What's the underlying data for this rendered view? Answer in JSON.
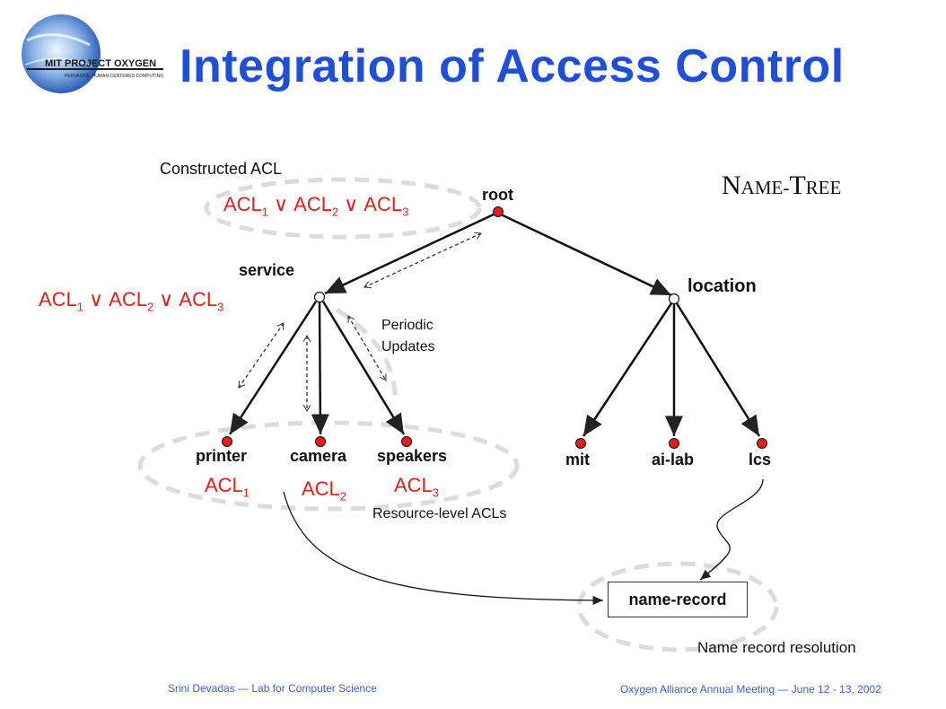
{
  "title": "Integration of Access Control",
  "logo": {
    "text": "MIT PROJECT OXYGEN",
    "subtext": "PERVASIVE, HUMAN-CENTERED COMPUTING"
  },
  "name_tree": {
    "first": "N",
    "rest1": "AME-",
    "second": "T",
    "rest2": "REE"
  },
  "labels": {
    "constructed_acl": "Constructed ACL",
    "periodic_line1": "Periodic",
    "periodic_line2": "Updates",
    "resource_level": "Resource-level ACLs",
    "name_record_resolution": "Name record resolution"
  },
  "nodes": {
    "root": "root",
    "service": "service",
    "location": "location",
    "printer": "printer",
    "camera": "camera",
    "speakers": "speakers",
    "mit": "mit",
    "ai_lab": "ai-lab",
    "lcs": "lcs",
    "name_record": "name-record"
  },
  "acl": {
    "base": "ACL",
    "s1": "1",
    "s2": "2",
    "s3": "3",
    "or": "∨"
  },
  "footer": {
    "left": "Srini Devadas — Lab for Computer Science",
    "right": "Oxygen Alliance Annual Meeting — June 12 - 13, 2002"
  },
  "colors": {
    "title": "#1f4fd8",
    "acl": "#e0201b",
    "leaf": "#e0201b",
    "dashed": "#dddddd"
  }
}
